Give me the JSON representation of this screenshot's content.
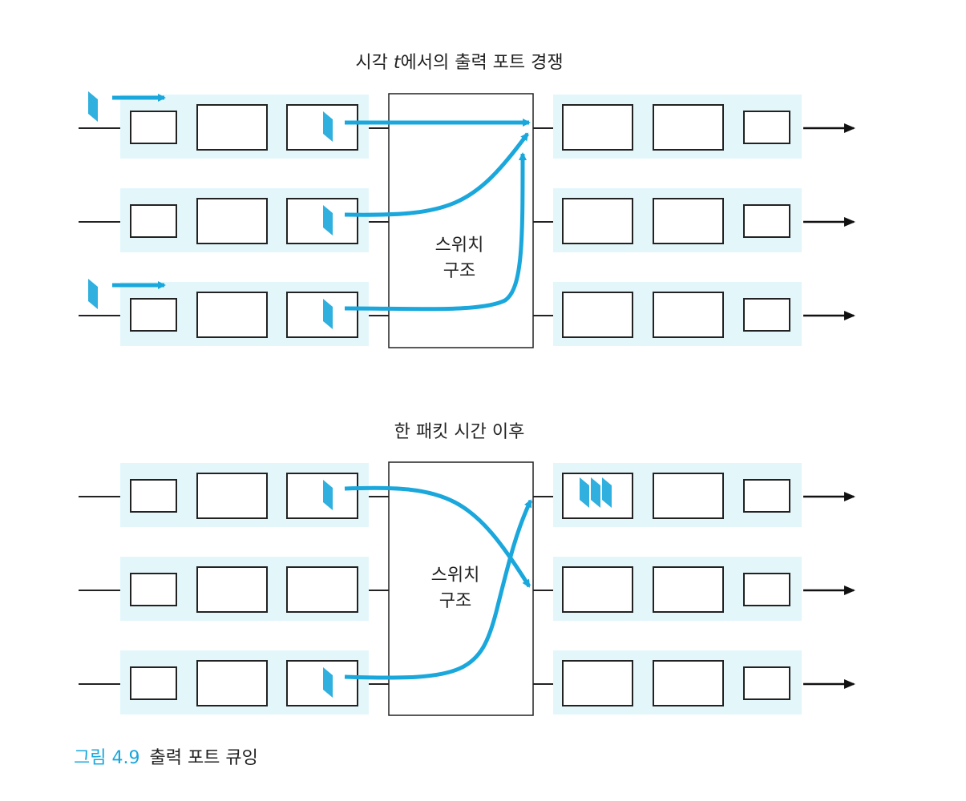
{
  "top": {
    "title_pre": "시각 ",
    "title_t": "t",
    "title_post": "에서의 출력 포트 경쟁",
    "switch_line1": "스위치",
    "switch_line2": "구조"
  },
  "bottom": {
    "title": "한 패킷 시간 이후",
    "switch_line1": "스위치",
    "switch_line2": "구조"
  },
  "caption": {
    "label": "그림 4.9",
    "text": "출력 포트 큐잉"
  },
  "colors": {
    "accent": "#1aa7dc",
    "queue_bg": "#e3f7fb",
    "line": "#222222"
  }
}
